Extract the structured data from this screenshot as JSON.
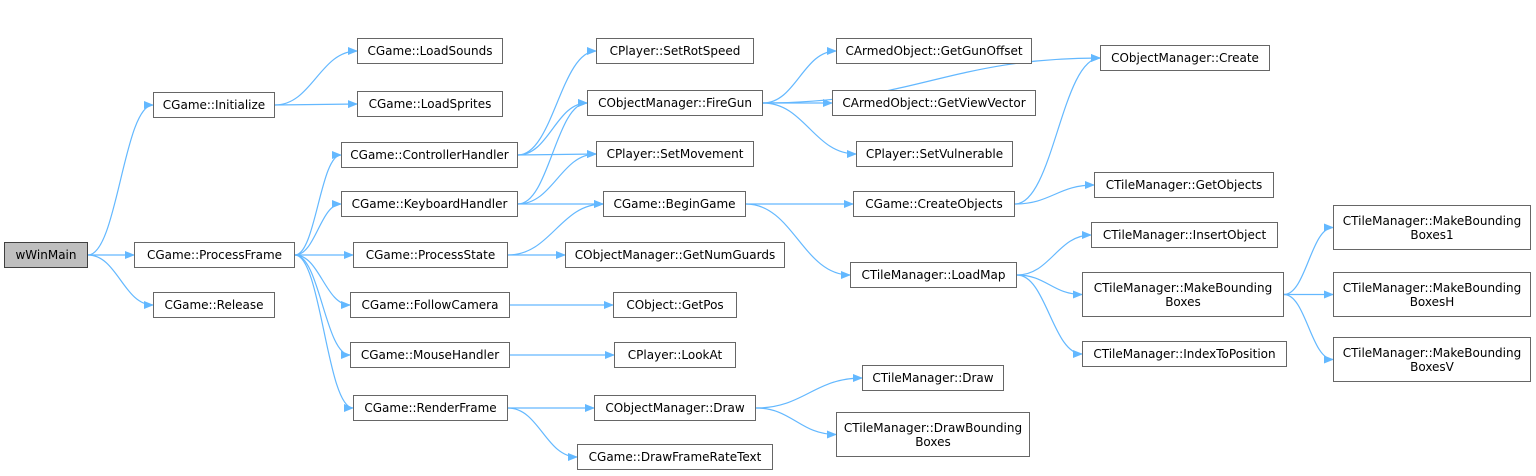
{
  "colors": {
    "edge": "#63b8ff",
    "node_border": "#666666",
    "root_fill": "#bfbfbf"
  },
  "nodes": [
    {
      "id": "wwinmain",
      "label": "wWinMain",
      "root": true
    },
    {
      "id": "cgame-initialize",
      "label": "CGame::Initialize"
    },
    {
      "id": "cgame-processframe",
      "label": "CGame::ProcessFrame"
    },
    {
      "id": "cgame-release",
      "label": "CGame::Release"
    },
    {
      "id": "cgame-loadsounds",
      "label": "CGame::LoadSounds"
    },
    {
      "id": "cgame-loadsprites",
      "label": "CGame::LoadSprites"
    },
    {
      "id": "cgame-controllerhandler",
      "label": "CGame::ControllerHandler"
    },
    {
      "id": "cgame-keyboardhandler",
      "label": "CGame::KeyboardHandler"
    },
    {
      "id": "cgame-processstate",
      "label": "CGame::ProcessState"
    },
    {
      "id": "cgame-followcamera",
      "label": "CGame::FollowCamera"
    },
    {
      "id": "cgame-mousehandler",
      "label": "CGame::MouseHandler"
    },
    {
      "id": "cgame-renderframe",
      "label": "CGame::RenderFrame"
    },
    {
      "id": "cplayer-setrotspeed",
      "label": "CPlayer::SetRotSpeed"
    },
    {
      "id": "cobjectmanager-firegun",
      "label": "CObjectManager::FireGun"
    },
    {
      "id": "cplayer-setmovement",
      "label": "CPlayer::SetMovement"
    },
    {
      "id": "cgame-begingame",
      "label": "CGame::BeginGame"
    },
    {
      "id": "cobjectmanager-getnumguards",
      "label": "CObjectManager::GetNumGuards"
    },
    {
      "id": "cobject-getpos",
      "label": "CObject::GetPos"
    },
    {
      "id": "cplayer-lookat",
      "label": "CPlayer::LookAt"
    },
    {
      "id": "cobjectmanager-draw",
      "label": "CObjectManager::Draw"
    },
    {
      "id": "cgame-drawframeratetext",
      "label": "CGame::DrawFrameRateText"
    },
    {
      "id": "carmedobject-getgunoffset",
      "label": "CArmedObject::GetGunOffset"
    },
    {
      "id": "carmedobject-getviewvector",
      "label": "CArmedObject::GetViewVector"
    },
    {
      "id": "cplayer-setvulnerable",
      "label": "CPlayer::SetVulnerable"
    },
    {
      "id": "cgame-createobjects",
      "label": "CGame::CreateObjects"
    },
    {
      "id": "ctilemanager-loadmap",
      "label": "CTileManager::LoadMap"
    },
    {
      "id": "ctilemanager-draw",
      "label": "CTileManager::Draw"
    },
    {
      "id": "ctilemanager-drawboundingboxes",
      "label": "CTileManager::DrawBounding\nBoxes"
    },
    {
      "id": "cobjectmanager-create",
      "label": "CObjectManager::Create"
    },
    {
      "id": "ctilemanager-getobjects",
      "label": "CTileManager::GetObjects"
    },
    {
      "id": "ctilemanager-insertobject",
      "label": "CTileManager::InsertObject"
    },
    {
      "id": "ctilemanager-makeboundingboxes",
      "label": "CTileManager::MakeBounding\nBoxes"
    },
    {
      "id": "ctilemanager-indextoposition",
      "label": "CTileManager::IndexToPosition"
    },
    {
      "id": "ctilemanager-makeboundingboxes1",
      "label": "CTileManager::MakeBounding\nBoxes1"
    },
    {
      "id": "ctilemanager-makeboundingboxesh",
      "label": "CTileManager::MakeBounding\nBoxesH"
    },
    {
      "id": "ctilemanager-makeboundingboxesv",
      "label": "CTileManager::MakeBounding\nBoxesV"
    }
  ],
  "edges": [
    [
      "wwinmain",
      "cgame-initialize"
    ],
    [
      "wwinmain",
      "cgame-processframe"
    ],
    [
      "wwinmain",
      "cgame-release"
    ],
    [
      "cgame-initialize",
      "cgame-loadsounds"
    ],
    [
      "cgame-initialize",
      "cgame-loadsprites"
    ],
    [
      "cgame-processframe",
      "cgame-controllerhandler"
    ],
    [
      "cgame-processframe",
      "cgame-keyboardhandler"
    ],
    [
      "cgame-processframe",
      "cgame-processstate"
    ],
    [
      "cgame-processframe",
      "cgame-followcamera"
    ],
    [
      "cgame-processframe",
      "cgame-mousehandler"
    ],
    [
      "cgame-processframe",
      "cgame-renderframe"
    ],
    [
      "cgame-controllerhandler",
      "cplayer-setrotspeed"
    ],
    [
      "cgame-controllerhandler",
      "cobjectmanager-firegun"
    ],
    [
      "cgame-controllerhandler",
      "cplayer-setmovement"
    ],
    [
      "cgame-keyboardhandler",
      "cobjectmanager-firegun"
    ],
    [
      "cgame-keyboardhandler",
      "cplayer-setmovement"
    ],
    [
      "cgame-keyboardhandler",
      "cgame-begingame"
    ],
    [
      "cgame-processstate",
      "cgame-begingame"
    ],
    [
      "cgame-processstate",
      "cobjectmanager-getnumguards"
    ],
    [
      "cgame-followcamera",
      "cobject-getpos"
    ],
    [
      "cgame-mousehandler",
      "cplayer-lookat"
    ],
    [
      "cgame-renderframe",
      "cobjectmanager-draw"
    ],
    [
      "cgame-renderframe",
      "cgame-drawframeratetext"
    ],
    [
      "cobjectmanager-firegun",
      "cobjectmanager-create"
    ],
    [
      "cobjectmanager-firegun",
      "carmedobject-getgunoffset"
    ],
    [
      "cobjectmanager-firegun",
      "carmedobject-getviewvector"
    ],
    [
      "cobjectmanager-firegun",
      "cplayer-setvulnerable"
    ],
    [
      "cgame-begingame",
      "cgame-createobjects"
    ],
    [
      "cgame-begingame",
      "ctilemanager-loadmap"
    ],
    [
      "cobjectmanager-draw",
      "ctilemanager-draw"
    ],
    [
      "cobjectmanager-draw",
      "ctilemanager-drawboundingboxes"
    ],
    [
      "cgame-createobjects",
      "cobjectmanager-create"
    ],
    [
      "cgame-createobjects",
      "ctilemanager-getobjects"
    ],
    [
      "ctilemanager-loadmap",
      "ctilemanager-insertobject"
    ],
    [
      "ctilemanager-loadmap",
      "ctilemanager-makeboundingboxes"
    ],
    [
      "ctilemanager-loadmap",
      "ctilemanager-indextoposition"
    ],
    [
      "ctilemanager-makeboundingboxes",
      "ctilemanager-makeboundingboxes1"
    ],
    [
      "ctilemanager-makeboundingboxes",
      "ctilemanager-makeboundingboxesh"
    ],
    [
      "ctilemanager-makeboundingboxes",
      "ctilemanager-makeboundingboxesv"
    ]
  ]
}
